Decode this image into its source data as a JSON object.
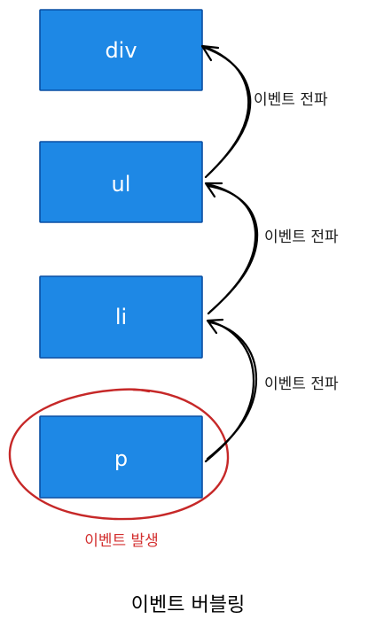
{
  "elements": [
    {
      "id": "div",
      "label": "div"
    },
    {
      "id": "ul",
      "label": "ul"
    },
    {
      "id": "li",
      "label": "li"
    },
    {
      "id": "p",
      "label": "p"
    }
  ],
  "propagation_arrows": [
    {
      "from": "ul",
      "to": "div",
      "label": "이벤트 전파"
    },
    {
      "from": "li",
      "to": "ul",
      "label": "이벤트 전파"
    },
    {
      "from": "p",
      "to": "li",
      "label": "이벤트 전파"
    }
  ],
  "event_origin": {
    "element": "p",
    "label": "이벤트 발생"
  },
  "caption": "이벤트 버블링",
  "colors": {
    "box_fill": "#1e88e5",
    "box_stroke": "#0a4fa3",
    "box_text": "#ffffff",
    "arrow": "#000000",
    "highlight": "#c62828"
  }
}
